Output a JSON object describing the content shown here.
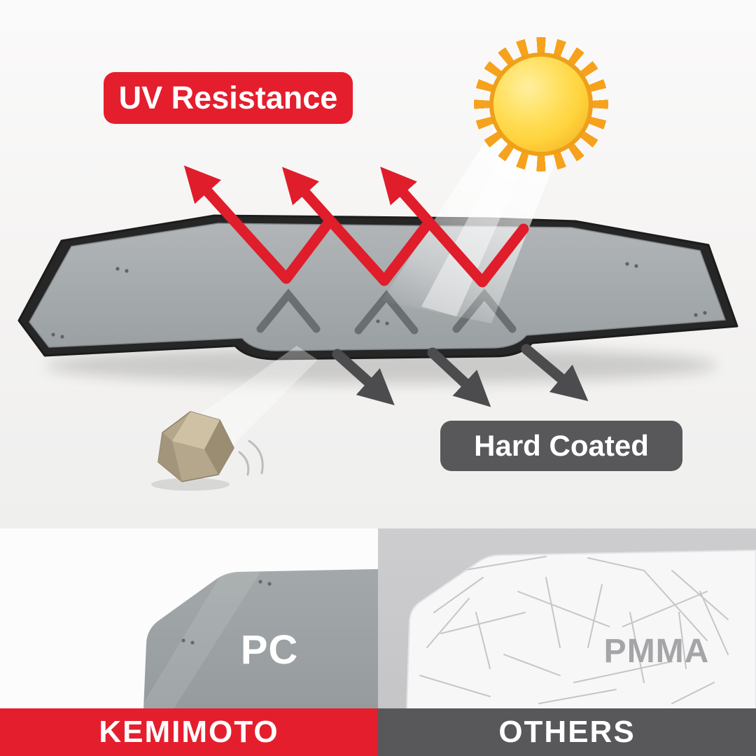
{
  "badges": {
    "uv": {
      "label": "UV Resistance",
      "bg": "#e51e2d",
      "text_color": "#ffffff"
    },
    "hard_coated": {
      "label": "Hard Coated",
      "bg": "#58585a",
      "text_color": "#ffffff"
    }
  },
  "icons": {
    "sun": "sun-icon",
    "rock": "rock-icon",
    "light_beam": "light-beam",
    "uv_reflect_arrows": "uv-reflect-arrow-icon",
    "blocked_arrows": "hard-coat-arrow-icon",
    "windshield": "windshield-graphic"
  },
  "colors": {
    "arrow_red": "#e01d2b",
    "arrow_dark": "#4c4c4e",
    "glass_gray": "#9ba0a2",
    "trim_black": "#262626",
    "sun_orange": "#f6a21c",
    "sun_yellow": "#ffd43d",
    "rock_tan": "#b5a78c",
    "kemimoto_red": "#e51e2d",
    "others_gray": "#58585a"
  },
  "comparison": {
    "left": {
      "material_label": "PC",
      "brand_label": "KEMIMOTO"
    },
    "right": {
      "material_label": "PMMA",
      "brand_label": "OTHERS"
    }
  }
}
